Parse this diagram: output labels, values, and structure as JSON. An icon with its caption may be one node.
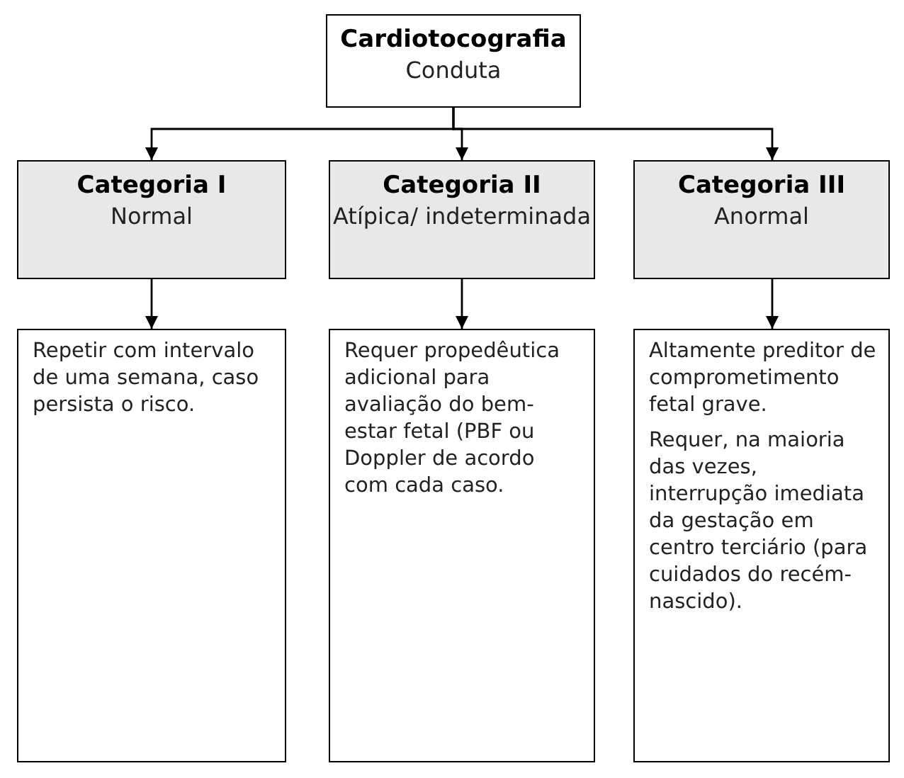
{
  "diagram": {
    "nodes": [
      {
        "text": [
          "Cardiotocografia",
          "Conduta"
        ]
      },
      {
        "text": [
          "Categoria I",
          "Normal"
        ]
      },
      {
        "text": [
          "Categoria II",
          "Atípica/ indeterminada"
        ]
      },
      {
        "text": [
          "Categoria III",
          "Anormal"
        ]
      },
      {
        "text": [
          "Repetir com intervalo de uma semana, caso persista o risco."
        ]
      },
      {
        "text": [
          "Requer propedêutica adicional para avaliação do bem-estar fetal (PBF ou Doppler de acordo com cada caso."
        ]
      },
      {
        "text": [
          "Altamente preditor de comprometimento fetal grave.",
          "Requer, na maioria das vezes, interrupção imediata da gestação em centro terciário (para cuidados do recém-nascido)."
        ]
      }
    ],
    "edges": [
      {
        "from": 0,
        "to": 1,
        "arrow": "to"
      },
      {
        "from": 0,
        "to": 2,
        "arrow": "to"
      },
      {
        "from": 0,
        "to": 3,
        "arrow": "to"
      },
      {
        "from": 1,
        "to": 4,
        "arrow": "to"
      },
      {
        "from": 2,
        "to": 5,
        "arrow": "to"
      },
      {
        "from": 3,
        "to": 6,
        "arrow": "to"
      }
    ]
  }
}
